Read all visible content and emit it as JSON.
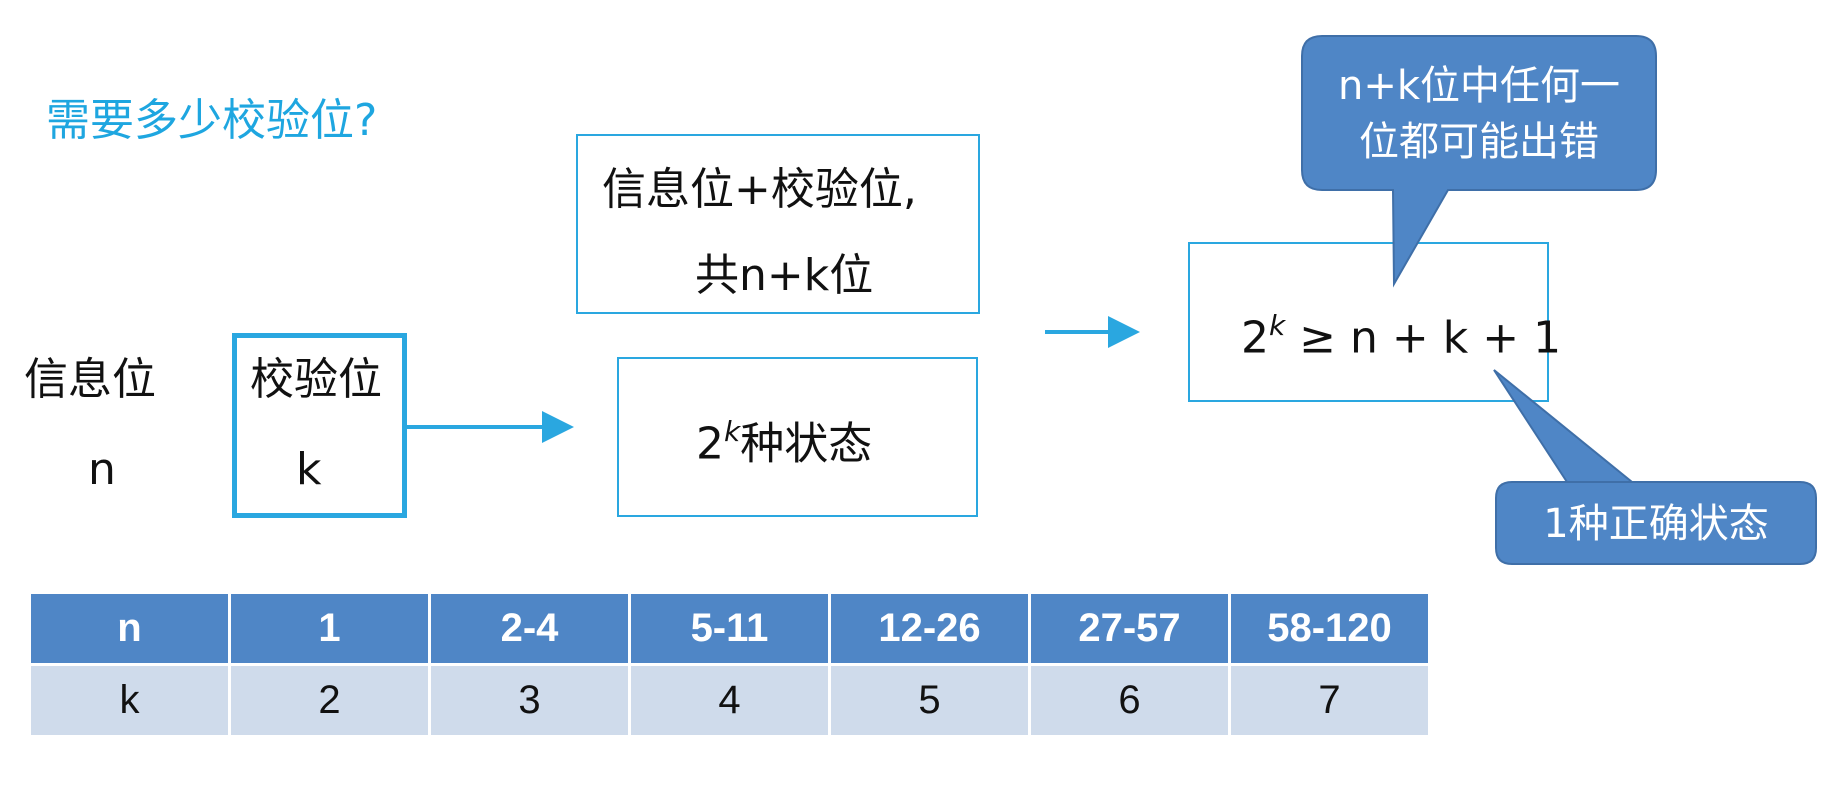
{
  "title": "需要多少校验位?",
  "info_bits": {
    "label": "信息位",
    "symbol": "n"
  },
  "check_bits": {
    "label": "校验位",
    "symbol": "k"
  },
  "total_box": {
    "line1": "信息位+校验位,",
    "line2": "共n+k位"
  },
  "states_box": {
    "base": "2",
    "exp": "k",
    "text": "种状态"
  },
  "formula_box": {
    "base": "2",
    "exp": "k",
    "rest": " ≥ n + k + 1"
  },
  "callout_top": {
    "line1": "n+k位中任何一",
    "line2": "位都可能出错"
  },
  "callout_bottom": {
    "text": "1种正确状态"
  },
  "colors": {
    "accent": "#2aa7e0",
    "title": "#1ea6e0",
    "callout": "#4f86c6",
    "table_header": "#4f86c6",
    "table_row": "#cfdbeb"
  },
  "table": {
    "header": [
      "n",
      "1",
      "2-4",
      "5-11",
      "12-26",
      "27-57",
      "58-120"
    ],
    "row": [
      "k",
      "2",
      "3",
      "4",
      "5",
      "6",
      "7"
    ]
  }
}
